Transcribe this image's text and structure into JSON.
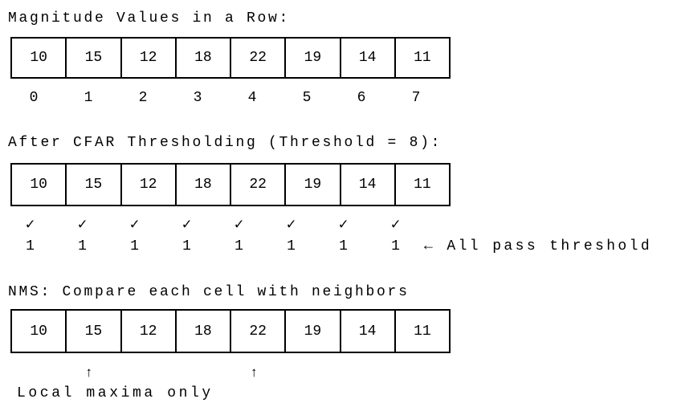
{
  "diagram": {
    "values": [
      "10",
      "15",
      "12",
      "18",
      "22",
      "19",
      "14",
      "11"
    ],
    "indices": [
      "0",
      "1",
      "2",
      "3",
      "4",
      "5",
      "6",
      "7"
    ],
    "sections": {
      "magnitude": {
        "title": "Magnitude Values in a Row:"
      },
      "cfar": {
        "title": "After CFAR Thresholding (Threshold = 8):",
        "check_mark": "✓",
        "checks": [
          "✓",
          "✓",
          "✓",
          "✓",
          "✓",
          "✓",
          "✓",
          "✓"
        ],
        "flags": [
          "1",
          "1",
          "1",
          "1",
          "1",
          "1",
          "1",
          "1"
        ],
        "note": "← All pass threshold"
      },
      "nms": {
        "title": "NMS: Compare each cell with neighbors",
        "peak_marker": "↑",
        "peak_indices": [
          1,
          4
        ],
        "caption": "Local maxima only"
      }
    },
    "colors": {
      "background": "#ffffff",
      "text": "#000000",
      "border": "#000000"
    }
  }
}
